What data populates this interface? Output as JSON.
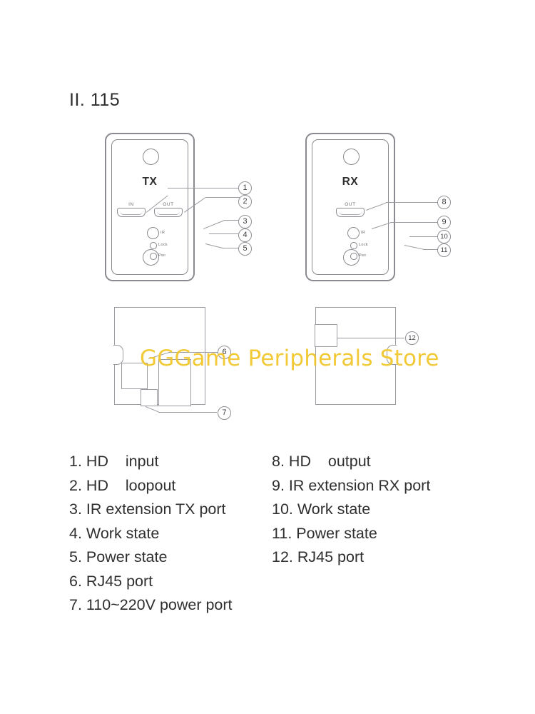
{
  "document": {
    "title": "II. 115"
  },
  "watermark": {
    "text": "GGGame Peripherals Store",
    "color": "#f2c528"
  },
  "colors": {
    "stroke": "#8a8a90",
    "text": "#2f2f2f",
    "watermark": "#f2c528",
    "background": "#ffffff"
  },
  "diagrams": {
    "tx_plate": {
      "name": "TX",
      "label": "TX",
      "ports": [
        {
          "id": "in",
          "caption": "IN"
        },
        {
          "id": "out",
          "caption": "OUT"
        }
      ],
      "indicators": [
        {
          "id": "ir",
          "caption": "IR"
        },
        {
          "id": "lock",
          "caption": "Lock"
        },
        {
          "id": "pwr",
          "caption": "Pwr"
        }
      ],
      "callouts": [
        "1",
        "2",
        "3",
        "4",
        "5"
      ]
    },
    "rx_plate": {
      "name": "RX",
      "label": "RX",
      "ports": [
        {
          "id": "out",
          "caption": "OUT"
        }
      ],
      "indicators": [
        {
          "id": "ir",
          "caption": "IR"
        },
        {
          "id": "lock",
          "caption": "Lock"
        },
        {
          "id": "pwr",
          "caption": "Pwr"
        }
      ],
      "callouts": [
        "8",
        "9",
        "10",
        "11"
      ]
    },
    "tx_rear": {
      "name": "TX rear view",
      "callouts": [
        "6",
        "7"
      ]
    },
    "rx_rear": {
      "name": "RX rear view",
      "callouts": [
        "12"
      ]
    }
  },
  "legend": {
    "left": [
      {
        "num": "1.",
        "text": "HD    input"
      },
      {
        "num": "2.",
        "text": "HD    loopout"
      },
      {
        "num": "3.",
        "text": "IR extension TX port"
      },
      {
        "num": "4.",
        "text": "Work state"
      },
      {
        "num": "5.",
        "text": "Power state"
      },
      {
        "num": "6.",
        "text": "RJ45 port"
      },
      {
        "num": "7.",
        "text": "110~220V power port"
      }
    ],
    "right": [
      {
        "num": "8.",
        "text": "HD    output"
      },
      {
        "num": "9.",
        "text": "IR extension RX port"
      },
      {
        "num": "10.",
        "text": "Work state"
      },
      {
        "num": "11.",
        "text": "Power state"
      },
      {
        "num": "12.",
        "text": "RJ45 port"
      }
    ]
  }
}
